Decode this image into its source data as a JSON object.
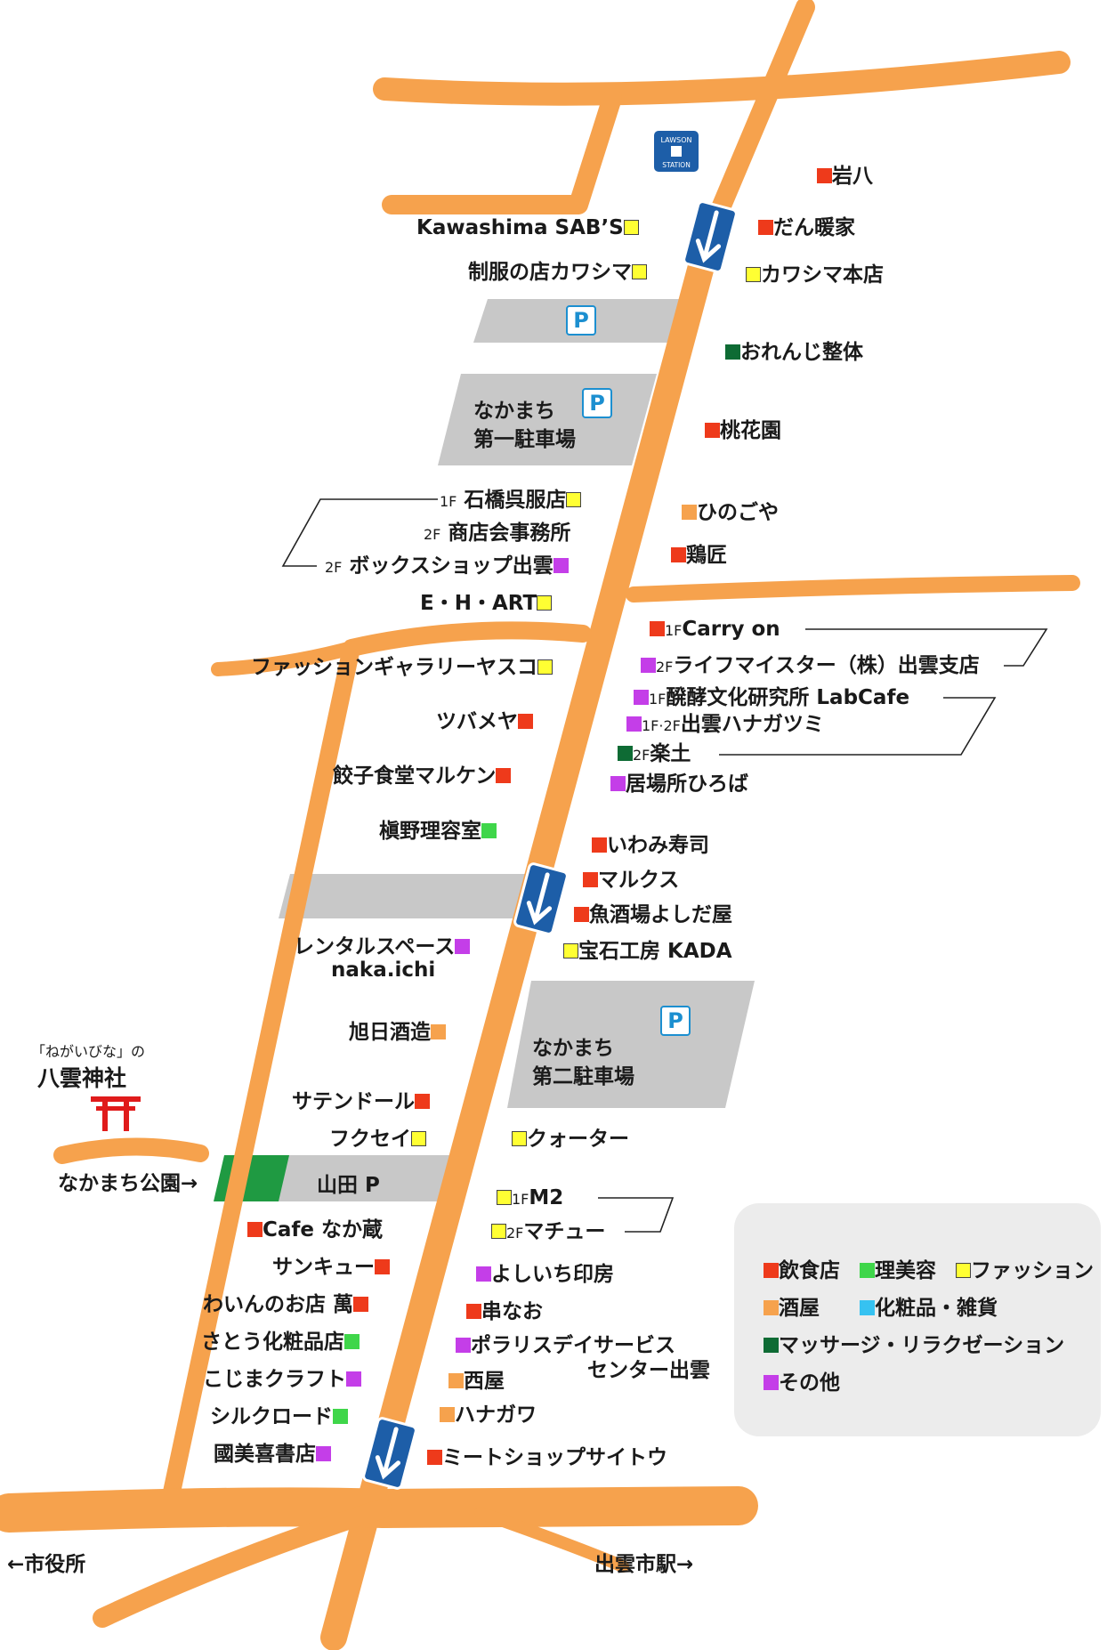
{
  "colors": {
    "road": "#f6a24d",
    "lot": "#c8c8c8",
    "park": "#1f9a42",
    "arrow": "#1d5ea8",
    "shrine": "#e01b1b",
    "restaurant": "#ee3a1b",
    "beauty": "#3fd64a",
    "fashion": "#ffff33",
    "liquor": "#f6a24d",
    "cosmetics": "#36c2f1",
    "massage": "#0e6b34",
    "other": "#c43ee8"
  },
  "landmark": {
    "lawson_line1": "LAWSON",
    "lawson_line2": "STATION"
  },
  "shrine": {
    "tagline": "「ねがいびな」の",
    "name": "八雲神社"
  },
  "park_label": "なかまち公園→",
  "directions": {
    "city_hall": "←市役所",
    "station": "出雲市駅→"
  },
  "parking": {
    "p_mark": "P",
    "lot1_line1": "なかまち",
    "lot1_line2": "第一駐車場",
    "lot2_line1": "なかまち",
    "lot2_line2": "第二駐車場",
    "yamada": "山田 P"
  },
  "floors": {
    "f1": "1F",
    "f2": "2F",
    "f12": "1F·2F"
  },
  "shops": {
    "iwahachi": "岩八",
    "dandan": "だん暖家",
    "kawashima_sabs": "Kawashima SAB’S",
    "kawashima_honten": "カワシマ本店",
    "seifuku": "制服の店カワシマ",
    "orenji": "おれんじ整体",
    "tokaen": "桃花園",
    "ishibashi": "石橋呉服店",
    "shotenkai": "商店会事務所",
    "boxshop": "ボックスショップ出雲",
    "hinogoya": "ひのごや",
    "keisho": "鶏匠",
    "eh_art": "E・H・ART",
    "carry_on": "Carry on",
    "fashion_yasuko": "ファッションギャラリーヤスコ",
    "life_meister": "ライフマイスター（株）出雲支店",
    "labcafe": "醗酵文化研究所 LabCafe",
    "tsubameya": "ツバメヤ",
    "hanagatsumi": "出雲ハナガツミ",
    "rakudo": "楽土",
    "maruken": "餃子食堂マルケン",
    "ibasho": "居場所ひろば",
    "makino": "槇野理容室",
    "iwami": "いわみ寿司",
    "marukusu": "マルクス",
    "yoshidaya": "魚酒場よしだ屋",
    "rental_line1": "レンタルスペース",
    "rental_line2": "naka.ichi",
    "kada": "宝石工房 KADA",
    "asahi": "旭日酒造",
    "satendoru": "サテンドール",
    "fukusei": "フクセイ",
    "quarter": "クォーター",
    "m2": "M2",
    "machu": "マチュー",
    "cafe_nakakura": "Cafe なか蔵",
    "sankyu": "サンキュー",
    "wain": "わいんのお店 萬",
    "yoshiichi": "よしいち印房",
    "sato": "さとう化粧品店",
    "kushinao": "串なお",
    "kojima": "こじまクラフト",
    "polaris_line1": "ポラリスデイサービス",
    "polaris_line2": "センター出雲",
    "nishiya": "西屋",
    "silkroad": "シルクロード",
    "hanagawa": "ハナガワ",
    "kunimiki": "國美喜書店",
    "meatshop": "ミートショップサイトウ"
  },
  "legend": {
    "restaurant": "飲食店",
    "beauty": "理美容",
    "fashion": "ファッション",
    "liquor": "酒屋",
    "cosmetics": "化粧品・雑貨",
    "massage": "マッサージ・リラクゼーション",
    "other": "その他"
  }
}
